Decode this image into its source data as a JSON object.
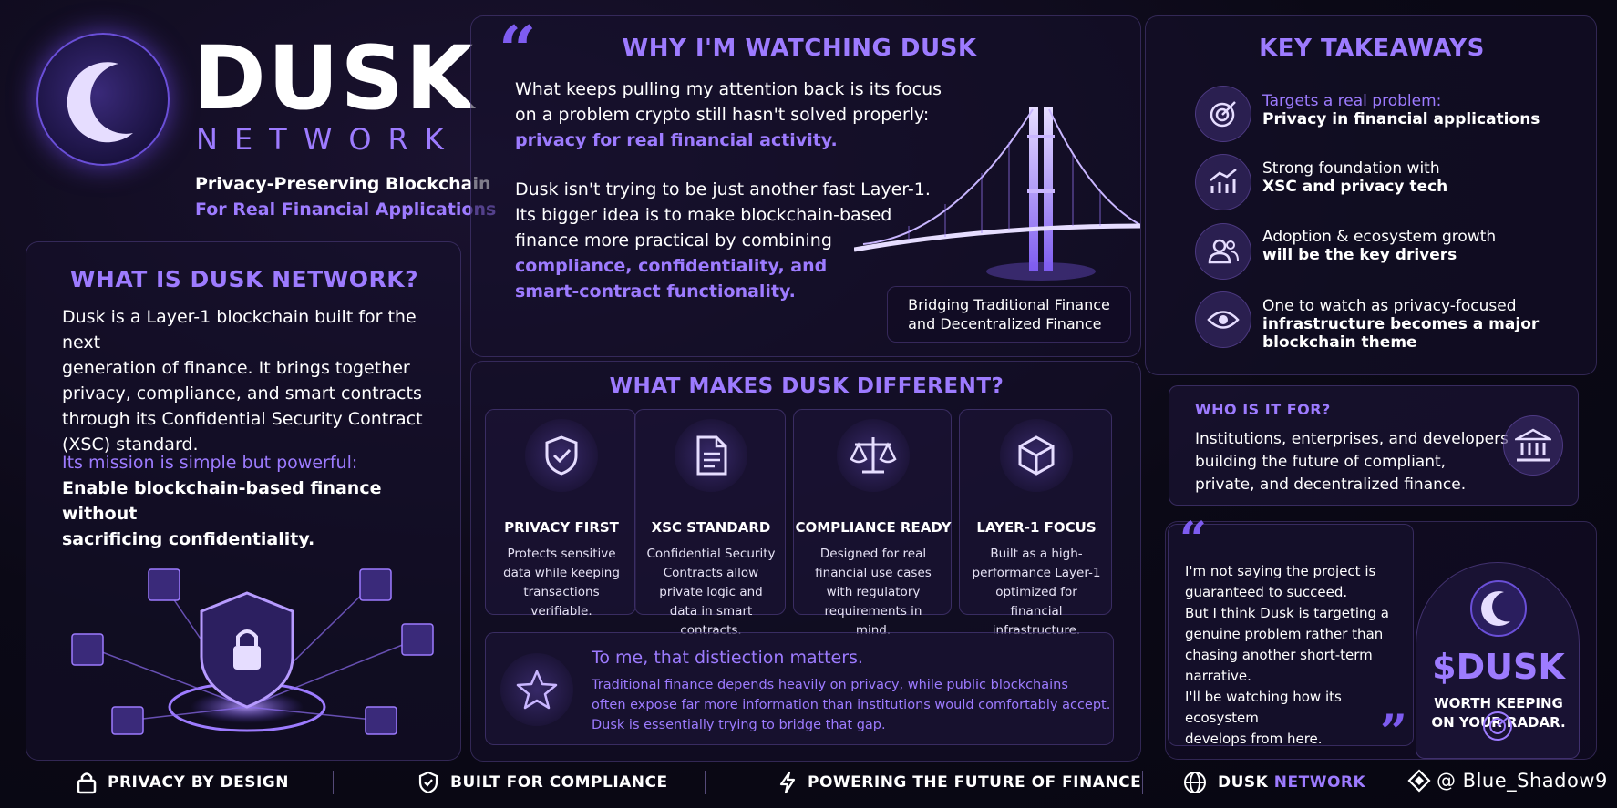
{
  "brand": {
    "title": "DUSK",
    "subtitle": "NETWORK",
    "tagline1": "Privacy-Preserving Blockchain",
    "tagline2": "For Real Financial Applications"
  },
  "what_is": {
    "title": "WHAT IS DUSK NETWORK?",
    "lines": [
      "Dusk is a Layer-1 blockchain built for the next",
      "generation of finance. It brings together",
      "privacy, compliance, and smart contracts",
      "through its Confidential Security Contract",
      "(XSC) standard."
    ],
    "mission_label": "Its mission is simple but powerful:",
    "mission_lines": [
      "Enable blockchain-based finance without",
      "sacrificing confidentiality."
    ]
  },
  "why": {
    "title": "WHY I'M WATCHING DUSK",
    "p1_lines": [
      "What keeps pulling my attention back is its focus",
      "on a problem crypto still hasn't solved properly:"
    ],
    "p1_accent": "privacy for real financial activity.",
    "p2_lines": [
      "Dusk isn't trying to be just another fast Layer-1.",
      "Its bigger idea is to make blockchain-based",
      "finance more practical by combining"
    ],
    "p2_accent_lines": [
      "compliance, confidentiality, and",
      "smart-contract functionality."
    ],
    "bridge_caption_lines": [
      "Bridging Traditional Finance",
      "and Decentralized Finance"
    ]
  },
  "different": {
    "title": "WHAT MAKES DUSK DIFFERENT?",
    "features": [
      {
        "icon": "shield-check-icon",
        "title": "PRIVACY FIRST",
        "desc": [
          "Protects sensitive",
          "data while keeping",
          "transactions",
          "verifiable."
        ]
      },
      {
        "icon": "document-icon",
        "title": "XSC STANDARD",
        "desc": [
          "Confidential Security",
          "Contracts allow",
          "private logic and",
          "data in smart",
          "contracts."
        ]
      },
      {
        "icon": "scales-icon",
        "title": "COMPLIANCE READY",
        "desc": [
          "Designed for real",
          "financial use cases",
          "with regulatory",
          "requirements in",
          "mind."
        ]
      },
      {
        "icon": "cube-icon",
        "title": "LAYER-1 FOCUS",
        "desc": [
          "Built as a high-",
          "performance Layer-1",
          "optimized for",
          "financial",
          "infrastructure."
        ]
      }
    ],
    "note_title": "To me, that distiection matters.",
    "note_lines": [
      "Traditional finance depends heavily on privacy, while public blockchains",
      "often expose far more information than institutions would comfortably accept.",
      "Dusk is essentially trying to bridge that gap."
    ]
  },
  "takeaways": {
    "title": "KEY TAKEAWAYS",
    "items": [
      {
        "icon": "target-icon",
        "line1": "Targets a real problem:",
        "line1_accent": true,
        "rest": [
          "Privacy in financial applications"
        ]
      },
      {
        "icon": "chart-growth-icon",
        "line1": "Strong foundation with",
        "line1_accent": false,
        "rest": [
          "XSC and privacy tech"
        ]
      },
      {
        "icon": "users-icon",
        "line1": "Adoption & ecosystem growth",
        "line1_accent": false,
        "rest": [
          "will be the key drivers"
        ]
      },
      {
        "icon": "eye-icon",
        "line1": "One to watch as privacy-focused",
        "line1_accent": false,
        "rest": [
          "infrastructure becomes a major",
          "blockchain theme"
        ]
      }
    ]
  },
  "who": {
    "title": "WHO IS IT FOR?",
    "lines": [
      "Institutions, enterprises, and developers",
      "building the future of compliant,",
      "private, and decentralized finance."
    ]
  },
  "opinion": {
    "lines": [
      "I'm not saying the project is",
      "guaranteed to succeed.",
      "But I think Dusk is targeting a",
      "genuine problem rather than",
      "chasing another short-term",
      "narrative.",
      "I'll be watching how its ecosystem",
      "develops from here."
    ]
  },
  "ticker": {
    "symbol": "$DUSK",
    "line1": "WORTH KEEPING",
    "line2": "ON YOUR RADAR."
  },
  "footer": {
    "items": [
      {
        "icon": "lock-icon",
        "label": "PRIVACY BY DESIGN"
      },
      {
        "icon": "shield-check-icon",
        "label": "BUILT FOR COMPLIANCE"
      },
      {
        "icon": "lightning-icon",
        "label": "POWERING THE FUTURE OF FINANCE"
      }
    ],
    "network_word1": "DUSK",
    "network_word2": "NETWORK",
    "handle": "@ Blue_Shadow9"
  },
  "quote_open": "“",
  "quote_close": "”",
  "colors": {
    "accent": "#9d7bff",
    "background": "#0b0916",
    "panel_border": "#5a46a0"
  }
}
